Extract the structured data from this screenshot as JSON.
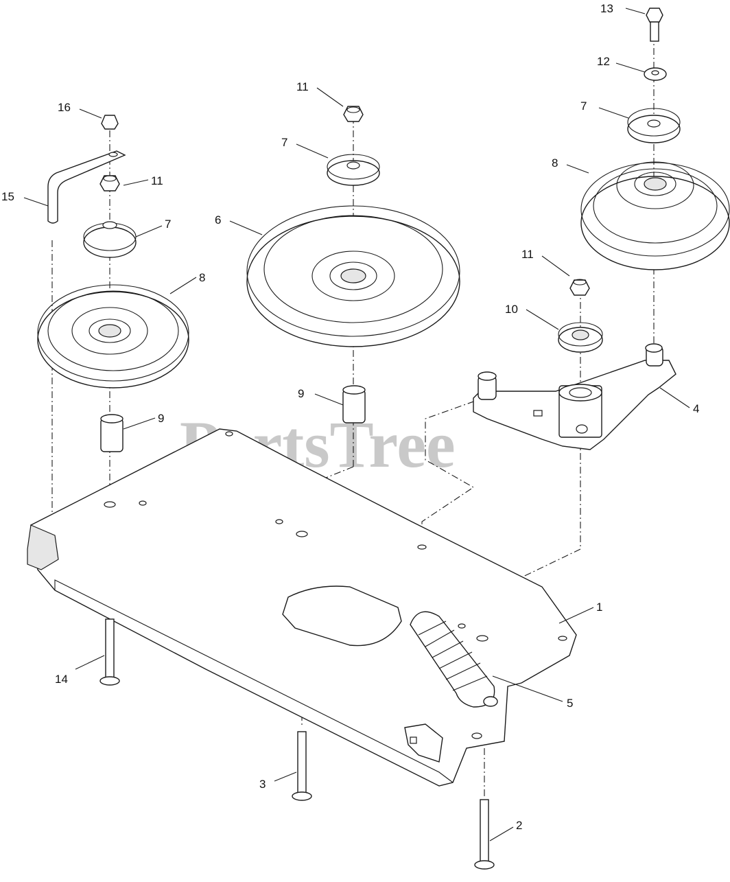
{
  "diagram": {
    "watermark": "PartsTree",
    "callouts": [
      {
        "id": "c13",
        "text": "13"
      },
      {
        "id": "c12",
        "text": "12"
      },
      {
        "id": "c7a",
        "text": "7"
      },
      {
        "id": "c8a",
        "text": "8"
      },
      {
        "id": "c11a",
        "text": "11"
      },
      {
        "id": "c7b",
        "text": "7"
      },
      {
        "id": "c6",
        "text": "6"
      },
      {
        "id": "c16",
        "text": "16"
      },
      {
        "id": "c15",
        "text": "15"
      },
      {
        "id": "c11b",
        "text": "11"
      },
      {
        "id": "c7c",
        "text": "7"
      },
      {
        "id": "c8b",
        "text": "8"
      },
      {
        "id": "c11c",
        "text": "11"
      },
      {
        "id": "c10",
        "text": "10"
      },
      {
        "id": "c4",
        "text": "4"
      },
      {
        "id": "c9a",
        "text": "9"
      },
      {
        "id": "c9b",
        "text": "9"
      },
      {
        "id": "c1",
        "text": "1"
      },
      {
        "id": "c5",
        "text": "5"
      },
      {
        "id": "c14",
        "text": "14"
      },
      {
        "id": "c3",
        "text": "3"
      },
      {
        "id": "c2",
        "text": "2"
      }
    ]
  }
}
